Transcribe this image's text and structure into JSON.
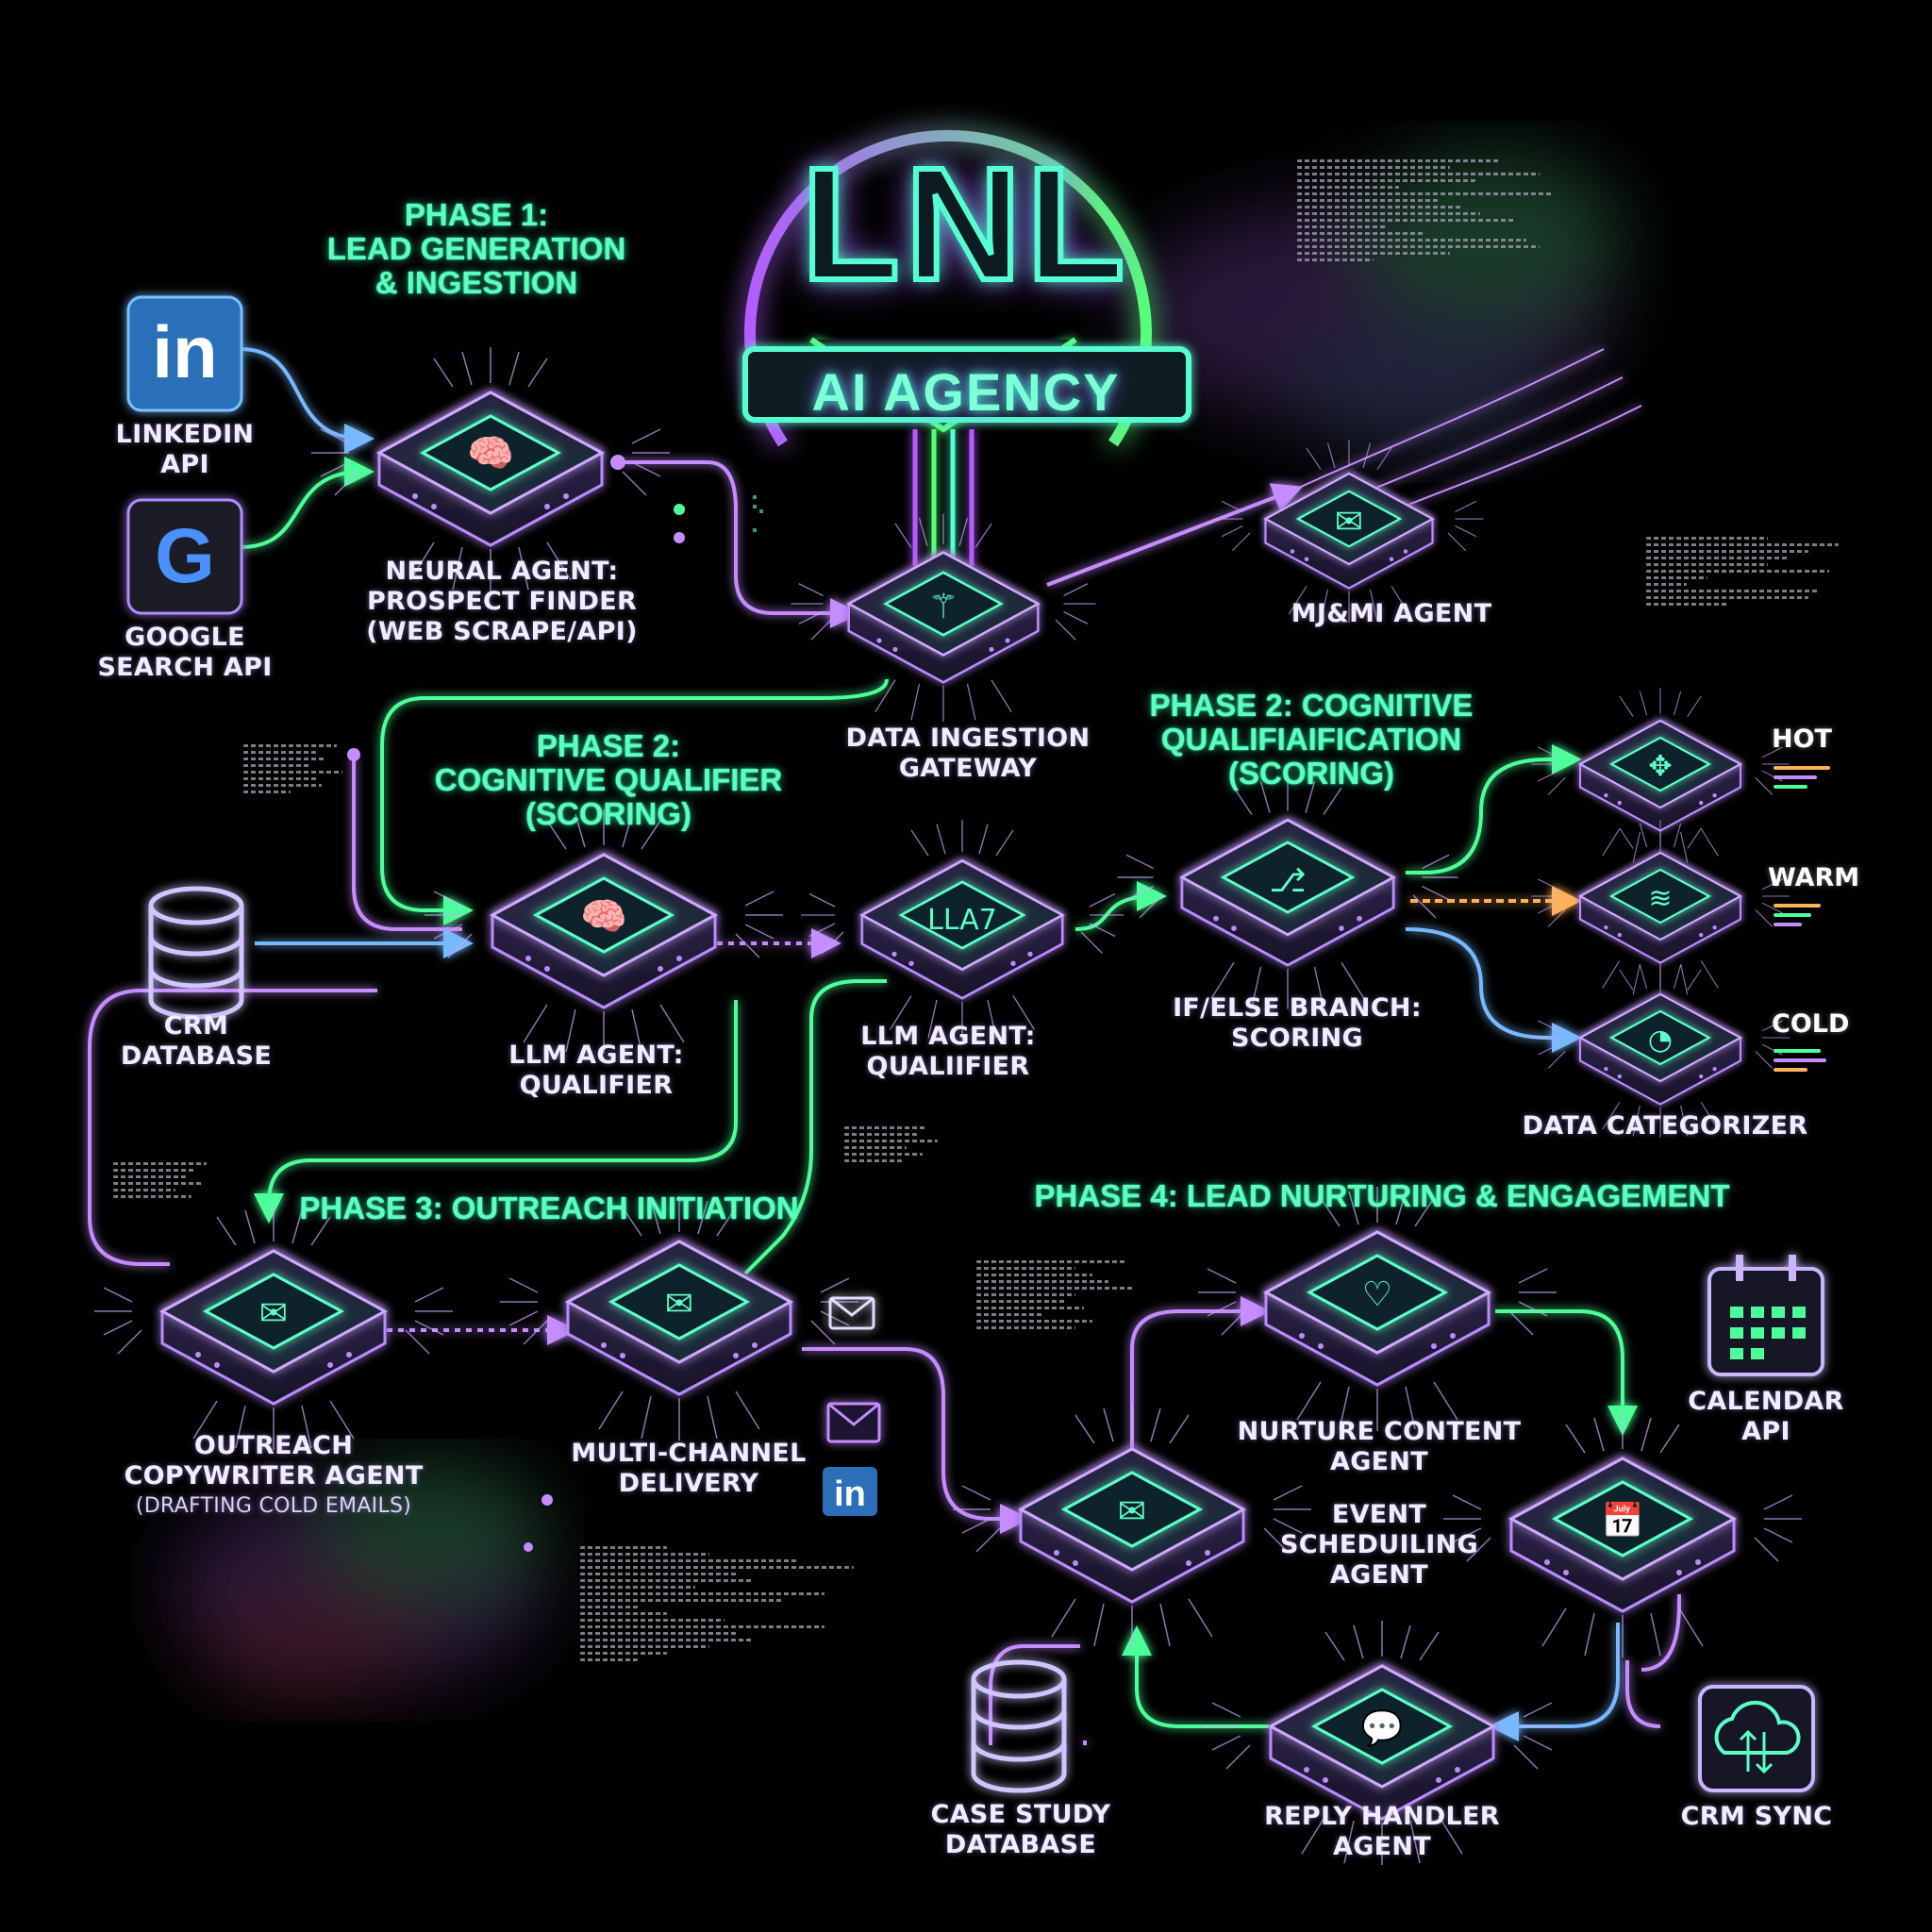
{
  "brand": {
    "title": "LNL",
    "subtitle": "AI AGENCY"
  },
  "colors": {
    "background": "#000000",
    "purple": "#b57cff",
    "green": "#4dff9a",
    "teal": "#56f0c8",
    "orange": "#ffb15a",
    "blue": "#78b8ff"
  },
  "phases": {
    "p1": "PHASE 1:\nLEAD GENERATION\n& INGESTION",
    "p2a": "PHASE 2:\nCOGNITIVE QUALIFIER\n(SCORING)",
    "p2b": "PHASE 2: COGNITIVE\nQUALIFIAIFICATION\n(SCORING)",
    "p3": "PHASE 3: OUTREACH INITIATION",
    "p4": "PHASE 4: LEAD NURTURING & ENGAGEMENT"
  },
  "sources": {
    "linkedin": {
      "label": "LINKEDIN\nAPI",
      "icon": "linkedin-logo-icon",
      "glyph": "in"
    },
    "google": {
      "label": "GOOGLE\nSEARCH API",
      "icon": "google-logo-icon",
      "glyph": "G"
    },
    "crm_db": {
      "label": "CRM\nDATABASE",
      "icon": "database-icon"
    },
    "calendar": {
      "label": "CALENDAR\nAPI",
      "icon": "calendar-icon"
    },
    "crm_sync": {
      "label": "CRM SYNC",
      "icon": "cloud-sync-icon"
    },
    "case_study_db": {
      "label": "CASE STUDY\nDATABASE",
      "icon": "database-icon"
    }
  },
  "agents": {
    "prospect_finder": {
      "label": "NEURAL AGENT:\nPROSPECT FINDER\n(WEB SCRAPE/API)",
      "icon": "brain-icon"
    },
    "gateway": {
      "label": "DATA INGESTION\nGATEWAY",
      "icon": "gateway-icon"
    },
    "mm_agent": {
      "label": "MJ&MI AGENT",
      "icon": "envelope-icon"
    },
    "llm_qualifier_1": {
      "label": "LLM AGENT:\nQUALIFIER",
      "icon": "brain-icon"
    },
    "llm_qualifier_2": {
      "label": "LLM AGENT:\nQUALIIFIER",
      "icon": "llm-text-icon",
      "chip_text": "LLA7"
    },
    "ifelse": {
      "label": "IF/ELSE BRANCH:\nSCORING",
      "icon": "flowchart-icon"
    },
    "categorizer": {
      "label": "DATA CATEGORIZER"
    },
    "copywriter": {
      "label": "OUTREACH\nCOPYWRITER AGENT",
      "sublabel": "(DRAFTING COLD EMAILS)",
      "icon": "email-document-icon"
    },
    "delivery": {
      "label": "MULTI-CHANNEL\nDELIVERY",
      "icon": "envelope-icon"
    },
    "nurture": {
      "label": "NURTURE CONTENT\nAGENT",
      "icon": "heart-gem-icon"
    },
    "event_sched": {
      "label": "EVENT\nSCHEDUILING\nAGENT",
      "icon": "calendar-clock-icon"
    },
    "responder": {
      "icon": "envelope-icon"
    },
    "reply": {
      "label": "REPLY HANDLER\nAGENT",
      "icon": "chat-bubble-icon"
    }
  },
  "tiers": [
    {
      "label": "HOT",
      "icon": "compass-icon",
      "bar_colors": [
        "#ffb15a",
        "#c58cff",
        "#4dff9a"
      ]
    },
    {
      "label": "WARM",
      "icon": "stack-icon",
      "bar_colors": [
        "#ffb15a",
        "#4dff9a",
        "#c58cff"
      ]
    },
    {
      "label": "COLD",
      "icon": "pie-chart-icon",
      "bar_colors": [
        "#4dff9a",
        "#c58cff",
        "#ffb15a"
      ]
    }
  ]
}
